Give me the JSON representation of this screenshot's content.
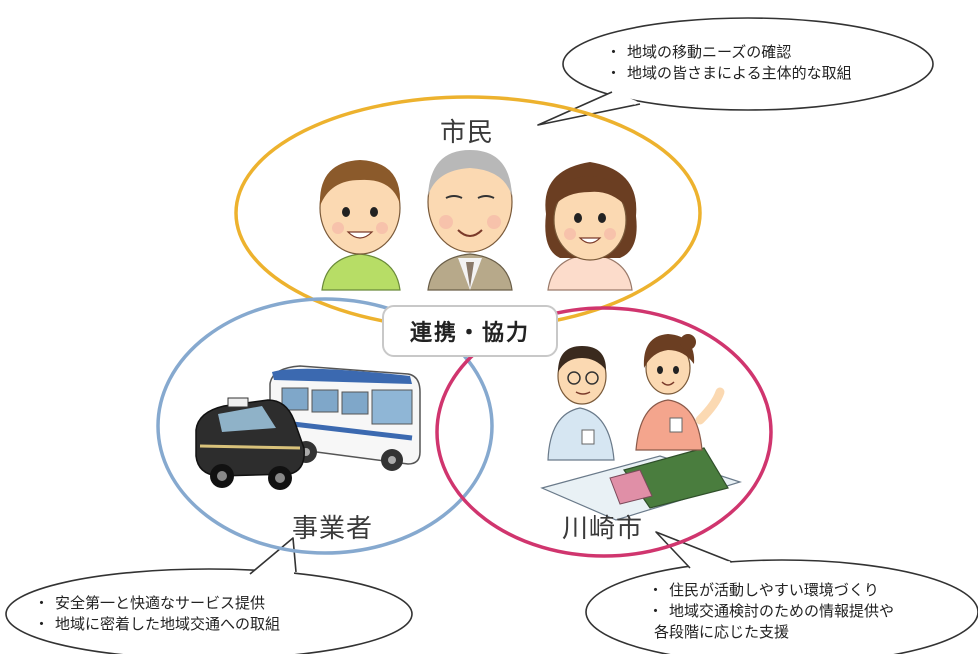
{
  "circles": {
    "citizens": {
      "label": "市民",
      "color": "#EDB22E"
    },
    "operators": {
      "label": "事業者",
      "color": "#86A9CF"
    },
    "city": {
      "label": "川崎市",
      "color": "#D0356E"
    }
  },
  "center": {
    "label": "連携・協力"
  },
  "bubbles": {
    "citizens": {
      "lines": [
        {
          "bullet": "・",
          "text": "地域の移動ニーズの確認"
        },
        {
          "bullet": "・",
          "text": "地域の皆さまによる主体的な取組"
        }
      ]
    },
    "operators": {
      "lines": [
        {
          "bullet": "・",
          "text": "安全第一と快適なサービス提供"
        },
        {
          "bullet": "・",
          "text": "地域に密着した地域交通への取組"
        }
      ]
    },
    "city": {
      "lines": [
        {
          "bullet": "・",
          "text": "住民が活動しやすい環境づくり"
        },
        {
          "bullet": "・",
          "text": "地域交通検討のための情報提供や"
        },
        {
          "bullet": "",
          "text": "各段階に応じた支援"
        }
      ]
    }
  }
}
